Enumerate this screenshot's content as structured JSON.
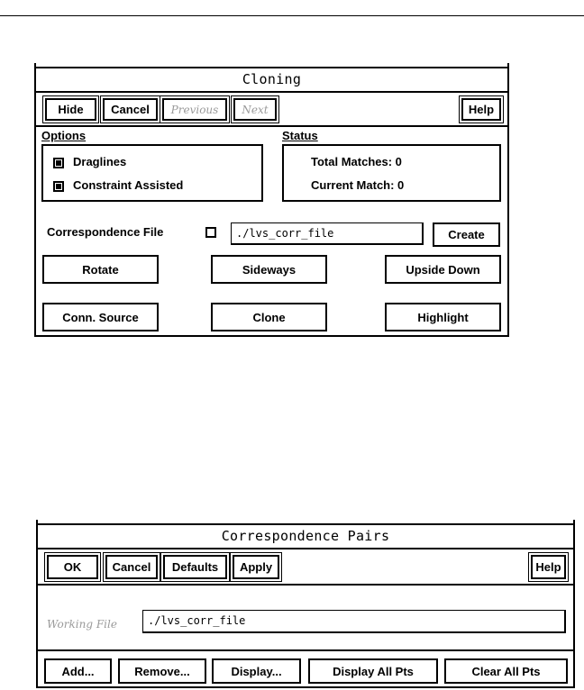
{
  "cloning": {
    "title": "Cloning",
    "buttons": {
      "hide": "Hide",
      "cancel": "Cancel",
      "previous": "Previous",
      "next": "Next",
      "help": "Help"
    },
    "options": {
      "heading": "Options",
      "draglines": {
        "label": "Draglines",
        "checked": true
      },
      "constraint_assisted": {
        "label": "Constraint Assisted",
        "checked": true
      }
    },
    "status": {
      "heading": "Status",
      "total_matches": "Total Matches: 0",
      "current_match": "Current Match: 0"
    },
    "correspondence": {
      "label": "Correspondence File",
      "checked": false,
      "value": "./lvs_corr_file",
      "create_label": "Create"
    },
    "actions": {
      "rotate": "Rotate",
      "sideways": "Sideways",
      "upside_down": "Upside Down",
      "conn_source": "Conn. Source",
      "clone": "Clone",
      "highlight": "Highlight"
    }
  },
  "pairs": {
    "title": "Correspondence Pairs",
    "buttons": {
      "ok": "OK",
      "cancel": "Cancel",
      "defaults": "Defaults",
      "apply": "Apply",
      "help": "Help"
    },
    "working_file": {
      "label": "Working File",
      "value": "./lvs_corr_file"
    },
    "actions": {
      "add": "Add...",
      "remove": "Remove...",
      "display": "Display...",
      "display_all": "Display All Pts",
      "clear_all": "Clear All Pts"
    }
  }
}
